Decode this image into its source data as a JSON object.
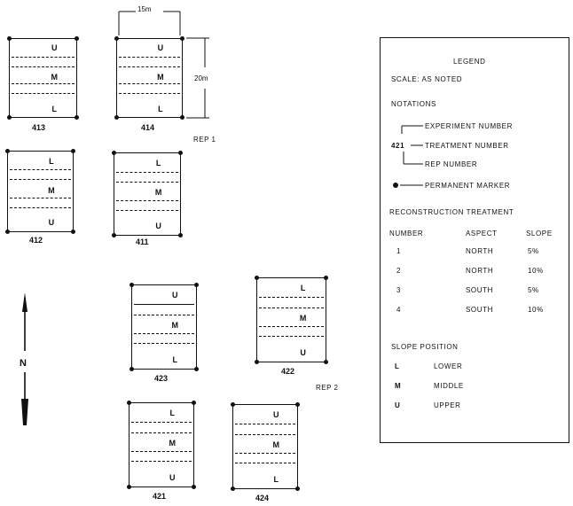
{
  "dimensions": {
    "width_label": "15m",
    "height_label": "20m"
  },
  "north_label": "N",
  "rep_labels": [
    "REP 1",
    "REP 2"
  ],
  "plots": [
    {
      "number": "413",
      "positions": [
        "U",
        "M",
        "L"
      ]
    },
    {
      "number": "414",
      "positions": [
        "U",
        "M",
        "L"
      ]
    },
    {
      "number": "412",
      "positions": [
        "L",
        "M",
        "U"
      ]
    },
    {
      "number": "411",
      "positions": [
        "L",
        "M",
        "U"
      ]
    },
    {
      "number": "423",
      "positions": [
        "U",
        "M",
        "L"
      ]
    },
    {
      "number": "422",
      "positions": [
        "L",
        "M",
        "U"
      ]
    },
    {
      "number": "421",
      "positions": [
        "L",
        "M",
        "U"
      ]
    },
    {
      "number": "424",
      "positions": [
        "U",
        "M",
        "L"
      ]
    }
  ],
  "legend": {
    "title": "LEGEND",
    "scale": "SCALE: AS NOTED",
    "notations_title": "NOTATIONS",
    "example_code": "421",
    "experiment_number": "EXPERIMENT NUMBER",
    "treatment_number": "TREATMENT NUMBER",
    "rep_number": "REP NUMBER",
    "permanent_marker": "PERMANENT MARKER",
    "reconstruction_title": "RECONSTRUCTION TREATMENT",
    "columns": [
      "NUMBER",
      "ASPECT",
      "SLOPE"
    ],
    "treatments": [
      {
        "number": "1",
        "aspect": "NORTH",
        "slope": "5%"
      },
      {
        "number": "2",
        "aspect": "NORTH",
        "slope": "10%"
      },
      {
        "number": "3",
        "aspect": "SOUTH",
        "slope": "5%"
      },
      {
        "number": "4",
        "aspect": "SOUTH",
        "slope": "10%"
      }
    ],
    "slope_position_title": "SLOPE POSITION",
    "slope_positions": [
      {
        "code": "L",
        "label": "LOWER"
      },
      {
        "code": "M",
        "label": "MIDDLE"
      },
      {
        "code": "U",
        "label": "UPPER"
      }
    ]
  }
}
